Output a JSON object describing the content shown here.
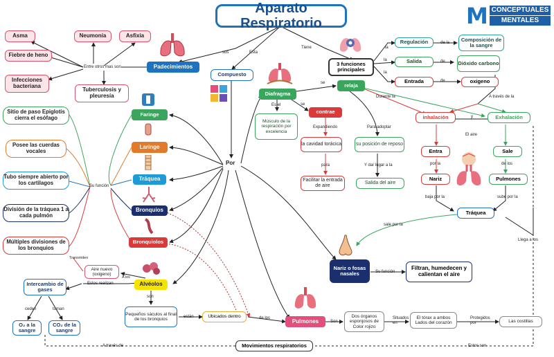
{
  "title": "Aparato Respiratorio",
  "logo": {
    "line1": "CONCEPTUALES",
    "line2": "MENTALES",
    "mark": "M"
  },
  "left": {
    "padecimientos": "Padecimientos",
    "entre_otros": "Entre otros mas son",
    "asma": "Asma",
    "neumonia": "Neumonía",
    "asfixia": "Asfixia",
    "fiebre": "Fiebre de heno",
    "infecciones": "Infecciones bacteriana",
    "tuberculosis": "Tuberculosis y pleuresía"
  },
  "center": {
    "compuesto": "Compuesto",
    "por": "Por",
    "sus": "sus",
    "esta": "Esta",
    "tiene": "Tiene",
    "su_funcion": "Su función"
  },
  "organs": {
    "faringe": "Faringe",
    "laringe": "Laringe",
    "traquea": "Tráquea",
    "bronquios": "Bronquios",
    "bronquiolos": "Bronquiolos",
    "alveolos": "Alvéolos",
    "pulmones": "Pulmones",
    "nariz": "Nariz o fosas nasales"
  },
  "functions": {
    "f1": "Sitio de paso Epiglotis cierra el esófago",
    "f2": "Posee las cuerdas vocales",
    "f3": "Tubo siempre abierto por los cartilagos",
    "f4": "División de la tráquea 1 a cada pulmón",
    "f5": "Múltiples divisiones de los bronquios"
  },
  "alveolos_branch": {
    "transmiten": "Transmiten",
    "aire_nuevo": "Aire nuevo (oxigeno)",
    "a_los": "A los",
    "estos_realizan": "Estos realizan",
    "intercambio": "Intercambio de gases",
    "ceden": "ceden",
    "toman": "toman",
    "o2": "O₂ a la sangre",
    "co2": "CO₂ de la sangre",
    "son": "son",
    "sacos": "Pequeños sáculos al final de los bronquios",
    "estan": "están",
    "ubicados": "Ubicados dentro",
    "de_los": "de los",
    "a_traves_de": "A través de",
    "movimientos": "Movimientos respiratorios",
    "estos_son": "Estos son"
  },
  "pulmones_branch": {
    "son": "Son",
    "dos_organos": "Dos órganos esponjosos de Color rojizo",
    "situados_en": "Situados en",
    "torax": "El tórax a ambos Lados del corazón",
    "protegidos": "Protegidos por",
    "costillas": "Las costillas"
  },
  "nariz_branch": {
    "su_funcion": "Su función",
    "filtran": "Filtran, humedecen y calientan el aire",
    "sale_por_la": "sale por la"
  },
  "diafragma": {
    "label": "Diafragma",
    "es_el": "Es el",
    "musculo": "Músculo de la respiración por excelencia",
    "se1": "se",
    "se2": "se",
    "relaja": "relaja",
    "contrae": "contrae",
    "expandiendo": "Expandiendo",
    "cavidad": "la cavidad torácica",
    "para": "para",
    "facilitar": "Facilitar la entrada de aire",
    "para_adoptar": "Para adoptar",
    "posicion": "su posición de reposo",
    "y_dar_lugar": "Y dar lugar a la",
    "salida_aire": "Salida del aire",
    "durante_la": "Durante la"
  },
  "funciones": {
    "label": "3 funciones principales",
    "la1": "la",
    "la2": "la",
    "la3": "la",
    "regulacion": "Regulación",
    "salida": "Salida",
    "entrada": "Entrada",
    "de_la": "de la",
    "de1": "de",
    "de2": "de",
    "composicion": "Composición de la sangre",
    "dioxido": "Dióxido carbono",
    "oxigeno": "oxigeno",
    "a_traves": "A través de la",
    "inhalacion": "inhalación",
    "y": "y",
    "exhalacion": "Exhalación",
    "el_aire": "El aire",
    "entra": "Entra",
    "sale": "Sale",
    "por_la": "por la",
    "de_los": "de los",
    "nariz": "Nariz",
    "pulmones": "Pulmones",
    "baja_por_la": "baja por la",
    "sube_por_la": "sube por la",
    "traquea": "Tráquea",
    "llega_a_los": "Llega a los"
  }
}
